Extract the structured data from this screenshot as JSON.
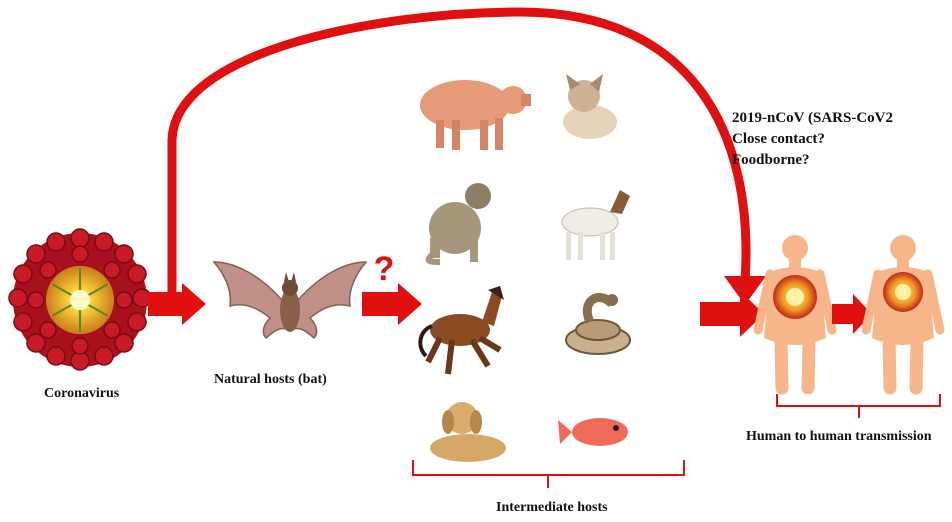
{
  "labels": {
    "coronavirus": "Coronavirus",
    "natural_hosts": "Natural hosts (bat)",
    "intermediate_hosts": "Intermediate hosts",
    "human_transmission": "Human to human transmission",
    "question_mark": "?"
  },
  "notes": [
    "2019-nCoV (SARS-CoV2",
    "Close contact?",
    "Foodborne?"
  ],
  "icons": {
    "virus": "coronavirus-icon",
    "bat": "bat-icon",
    "animals": [
      "pig-icon",
      "cat-icon",
      "monkey-icon",
      "goat-icon",
      "horse-icon",
      "snake-icon",
      "dog-icon",
      "fish-icon"
    ],
    "humans": [
      "human-body-icon",
      "human-body-icon"
    ]
  },
  "colors": {
    "arrow": "#e01010",
    "body": "#f7b58a",
    "virus_red": "#b3121e"
  }
}
